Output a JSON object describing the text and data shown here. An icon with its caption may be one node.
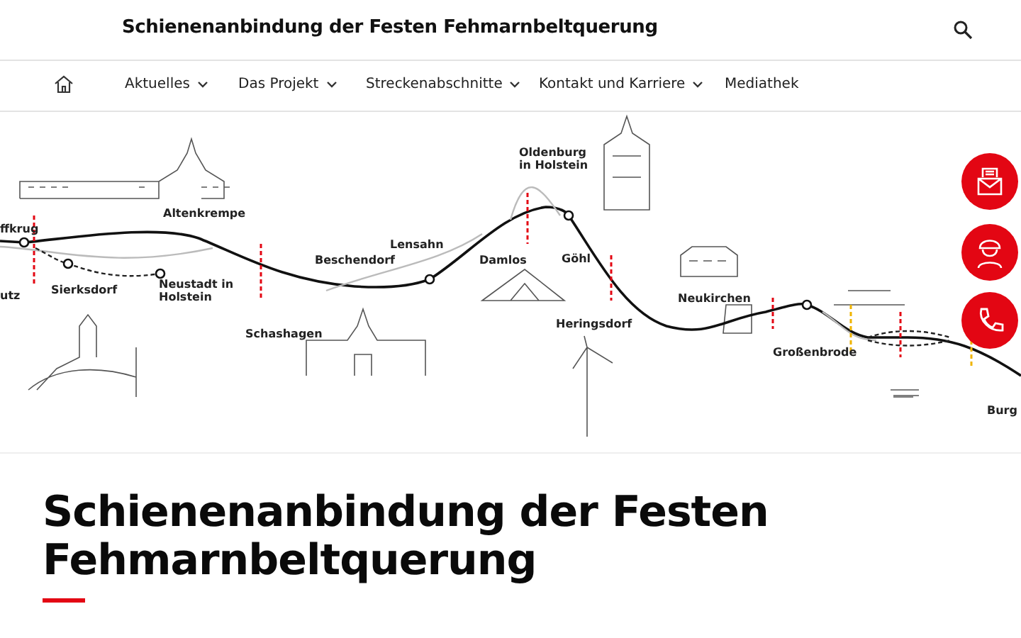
{
  "diagram": {
    "title": "Schienenanbindung der Festen Fehmarnbeltquerung",
    "labels": [
      "Schienenanbindung der Festen Fehmarnbeltquerung",
      "Aktuelles",
      "Das Projekt",
      "Streckenabschnitte",
      "Kontakt und Karriere",
      "Mediathek",
      "ffkrug",
      "Altenkrempe",
      "Sierksdorf",
      "Neustadt in Holstein",
      "utz",
      "Beschendorf",
      "Lensahn",
      "Schashagen",
      "Damlos",
      "Oldenburg in Holstein",
      "Göhl",
      "Heringsdorf",
      "Neukirchen",
      "Großenbrode",
      "Burg"
    ]
  }
}
